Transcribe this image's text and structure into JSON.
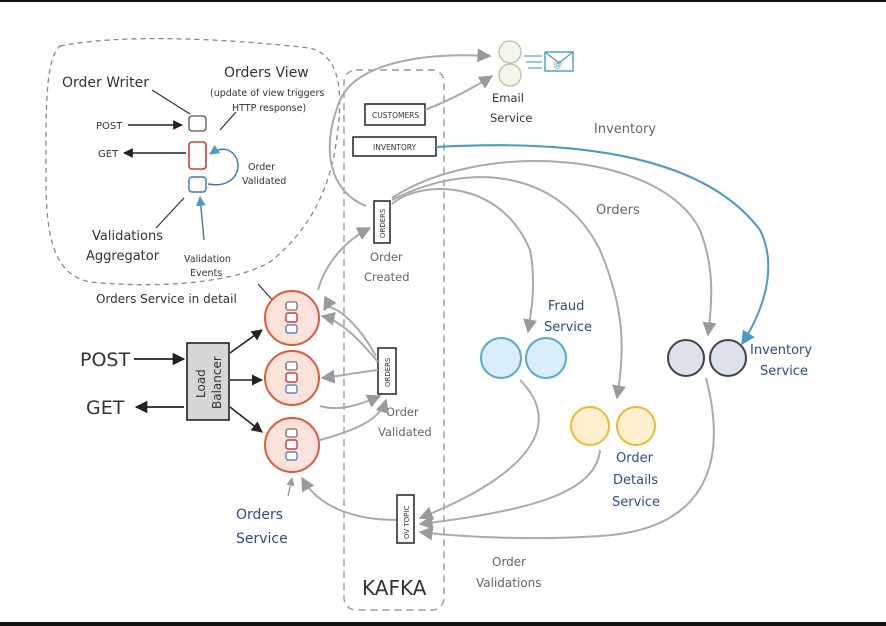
{
  "detail": {
    "orders_view": "Orders View",
    "update_line1": "(update of view triggers",
    "update_line2": "HTTP response)",
    "order_writer": "Order Writer",
    "post": "POST",
    "get": "GET",
    "order_validated_1": "Order",
    "order_validated_2": "Validated",
    "validations_aggregator_1": "Validations",
    "validations_aggregator_2": "Aggregator",
    "validation_events_1": "Validation",
    "validation_events_2": "Events",
    "caption": "Orders Service in detail"
  },
  "client": {
    "post": "POST",
    "get": "GET",
    "load_balancer_1": "Load",
    "load_balancer_2": "Balancer"
  },
  "kafka": {
    "label": "KAFKA",
    "topic_customers": "CUSTOMERS",
    "topic_inventory": "INVENTORY",
    "topic_orders_top": "ORDERS",
    "topic_orders_mid": "ORDERS",
    "topic_ov": "OV TOPIC",
    "order_created_1": "Order",
    "order_created_2": "Created",
    "order_validated_1": "Order",
    "order_validated_2": "Validated"
  },
  "services": {
    "orders_service_1": "Orders",
    "orders_service_2": "Service",
    "email_1": "Email",
    "email_2": "Service",
    "fraud_1": "Fraud",
    "fraud_2": "Service",
    "inventory_1": "Inventory",
    "inventory_2": "Service",
    "order_details_1": "Order",
    "order_details_2": "Details",
    "order_details_3": "Service"
  },
  "flows": {
    "inventory": "Inventory",
    "orders": "Orders",
    "order_validations_1": "Order",
    "order_validations_2": "Validations"
  },
  "colors": {
    "red": "#e05a3a",
    "red_fill": "#fbe2da",
    "blue": "#5aa9cf",
    "blue_fill": "#d9eef8",
    "yellow": "#f2b733",
    "yellow_fill": "#fdf0cf",
    "dark": "#3b4355",
    "dark_fill": "#dde1e8",
    "inventory_line": "#4a9ac4"
  },
  "icons": {
    "email": "envelope-icon"
  }
}
